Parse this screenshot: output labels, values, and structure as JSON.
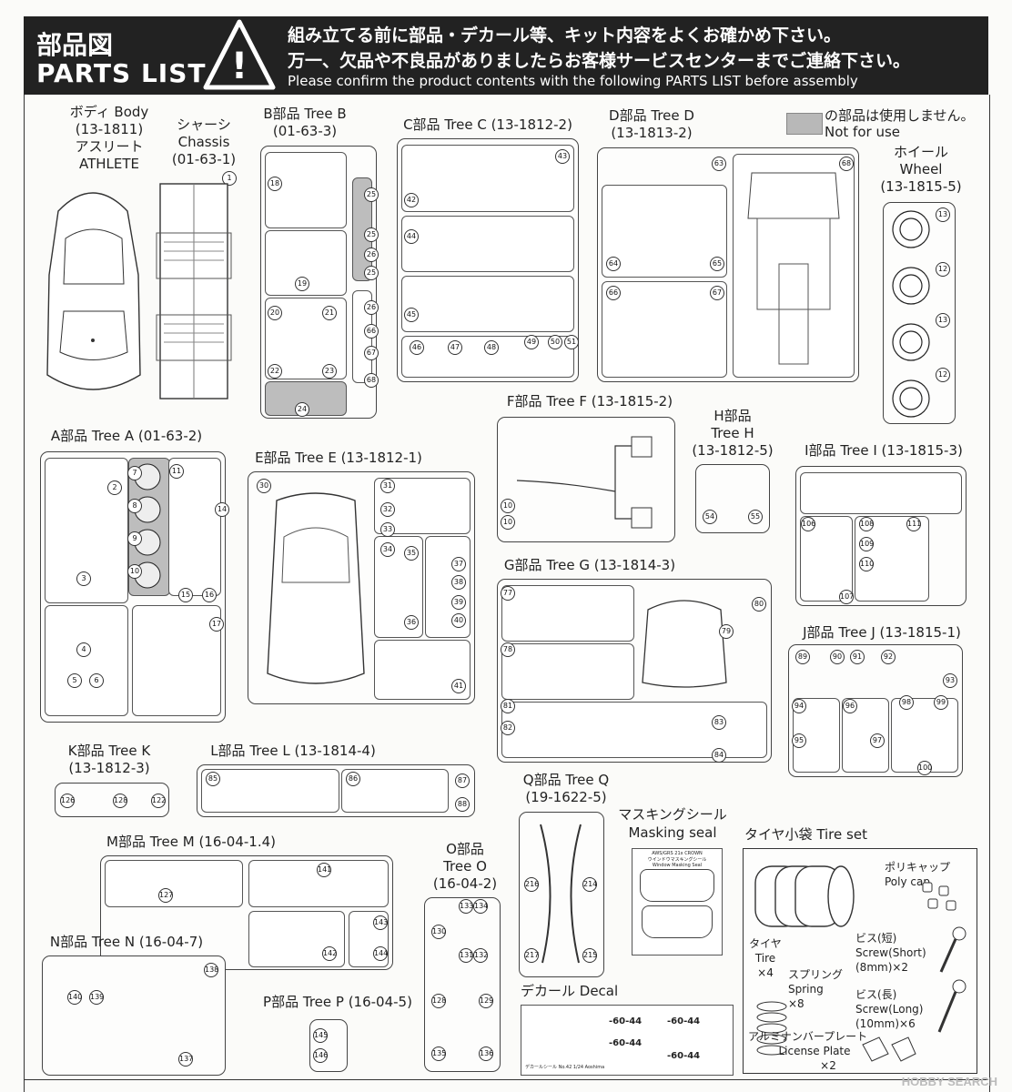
{
  "header": {
    "title_ja": "部品図",
    "title_en": "PARTS LIST",
    "warning_ja_1": "組み立てる前に部品・デカール等、キット内容をよくお確かめ下さい。",
    "warning_ja_2": "万一、欠品や不良品がありましたらお客様サービスセンターまでご連絡下さい。",
    "warning_en": "Please confirm the product contents with the following PARTS LIST before assembly",
    "warning_icon_symbol": "!"
  },
  "legend": {
    "text_ja": "の部品は使用しません。",
    "text_en": "Not for use",
    "swatch_color": "#b8b8b8"
  },
  "body_part": {
    "line1": "ボディ Body",
    "line2": "(13-1811)",
    "line3": "アスリート",
    "line4": "ATHLETE"
  },
  "chassis": {
    "line1": "シャーシ",
    "line2": "Chassis",
    "line3": "(01-63-1)",
    "num": "1"
  },
  "trees": {
    "B": {
      "line1": "B部品 Tree B",
      "line2": "(01-63-3)",
      "nums": [
        "18",
        "25",
        "19",
        "25",
        "26",
        "25",
        "20",
        "21",
        "26",
        "22",
        "23",
        "66",
        "67",
        "68",
        "24"
      ]
    },
    "C": {
      "line1": "C部品 Tree C (13-1812-2)",
      "nums": [
        "43",
        "42",
        "44",
        "45",
        "46",
        "47",
        "48",
        "49",
        "50",
        "51"
      ]
    },
    "D": {
      "line1": "D部品 Tree D",
      "line2": "(13-1813-2)",
      "nums": [
        "63",
        "68",
        "64",
        "65",
        "66",
        "67"
      ]
    },
    "wheel": {
      "line1": "ホイール",
      "line2": "Wheel",
      "line3": "(13-1815-5)",
      "nums": [
        "13",
        "12",
        "13",
        "12"
      ]
    },
    "A": {
      "line1": "A部品 Tree A (01-63-2)",
      "nums": [
        "2",
        "7",
        "11",
        "3",
        "8",
        "9",
        "10",
        "14",
        "15",
        "16",
        "4",
        "17",
        "5",
        "6"
      ]
    },
    "E": {
      "line1": "E部品 Tree E (13-1812-1)",
      "nums": [
        "30",
        "31",
        "32",
        "33",
        "35",
        "37",
        "38",
        "39",
        "40",
        "34",
        "36",
        "41"
      ]
    },
    "F": {
      "line1": "F部品 Tree F (13-1815-2)",
      "nums": [
        "10",
        "10"
      ]
    },
    "H": {
      "line1": "H部品",
      "line2": "Tree H",
      "line3": "(13-1812-5)",
      "nums": [
        "54",
        "55"
      ]
    },
    "I": {
      "line1": "I部品 Tree I (13-1815-3)",
      "nums": [
        "106",
        "107",
        "108",
        "109",
        "110",
        "111"
      ]
    },
    "G": {
      "line1": "G部品 Tree G (13-1814-3)",
      "nums": [
        "77",
        "78",
        "80",
        "81",
        "82",
        "83",
        "84",
        "79"
      ]
    },
    "J": {
      "line1": "J部品 Tree J (13-1815-1)",
      "nums": [
        "89",
        "90",
        "91",
        "92",
        "93",
        "94",
        "95",
        "96",
        "97",
        "98",
        "99",
        "100"
      ]
    },
    "K": {
      "line1": "K部品 Tree K",
      "line2": "(13-1812-3)",
      "nums": [
        "126",
        "128",
        "122"
      ]
    },
    "L": {
      "line1": "L部品 Tree L (13-1814-4)",
      "nums": [
        "85",
        "86",
        "87",
        "88"
      ]
    },
    "M": {
      "line1": "M部品 Tree M (16-04-1.4)",
      "nums": [
        "127",
        "141",
        "142",
        "143",
        "144"
      ]
    },
    "N": {
      "line1": "N部品 Tree N (16-04-7)",
      "nums": [
        "140",
        "139",
        "138",
        "137"
      ]
    },
    "O": {
      "line1": "O部品",
      "line2": "Tree O",
      "line3": "(16-04-2)",
      "nums": [
        "133",
        "134",
        "130",
        "131",
        "132",
        "128",
        "129",
        "135",
        "136"
      ]
    },
    "P": {
      "line1": "P部品 Tree P (16-04-5)",
      "nums": [
        "145",
        "146"
      ]
    },
    "Q": {
      "line1": "Q部品 Tree Q",
      "line2": "(19-1622-5)",
      "nums": [
        "216",
        "214",
        "217",
        "215"
      ]
    }
  },
  "masking": {
    "line1": "マスキングシール",
    "line2": "Masking seal",
    "sheet_title": "AWS/GRS 21x CROWN",
    "sheet_sub1": "ウインドウマスキングシール",
    "sheet_sub2": "Window Masking Seal"
  },
  "decal": {
    "label": "デカール Decal",
    "plate_text": "-60-44",
    "footer": "デカールシール No.42 1/24 Aoshima"
  },
  "tire_set": {
    "title": "タイヤ小袋 Tire set",
    "polycap_ja": "ポリキャップ",
    "polycap_en": "Poly cap",
    "tire_ja": "タイヤ",
    "tire_en": "Tire",
    "tire_qty": "×4",
    "spring_ja": "スプリング",
    "spring_en": "Spring",
    "spring_qty": "×8",
    "screw_short_ja": "ビス(短)",
    "screw_short_en": "Screw(Short)",
    "screw_short_spec": "(8mm)×2",
    "screw_long_ja": "ビス(長)",
    "screw_long_en": "Screw(Long)",
    "screw_long_spec": "(10mm)×6",
    "plate_ja": "アルミナンバープレート",
    "plate_en": "License Plate",
    "plate_qty": "×2"
  },
  "watermark": "HOBBY SEARCH"
}
